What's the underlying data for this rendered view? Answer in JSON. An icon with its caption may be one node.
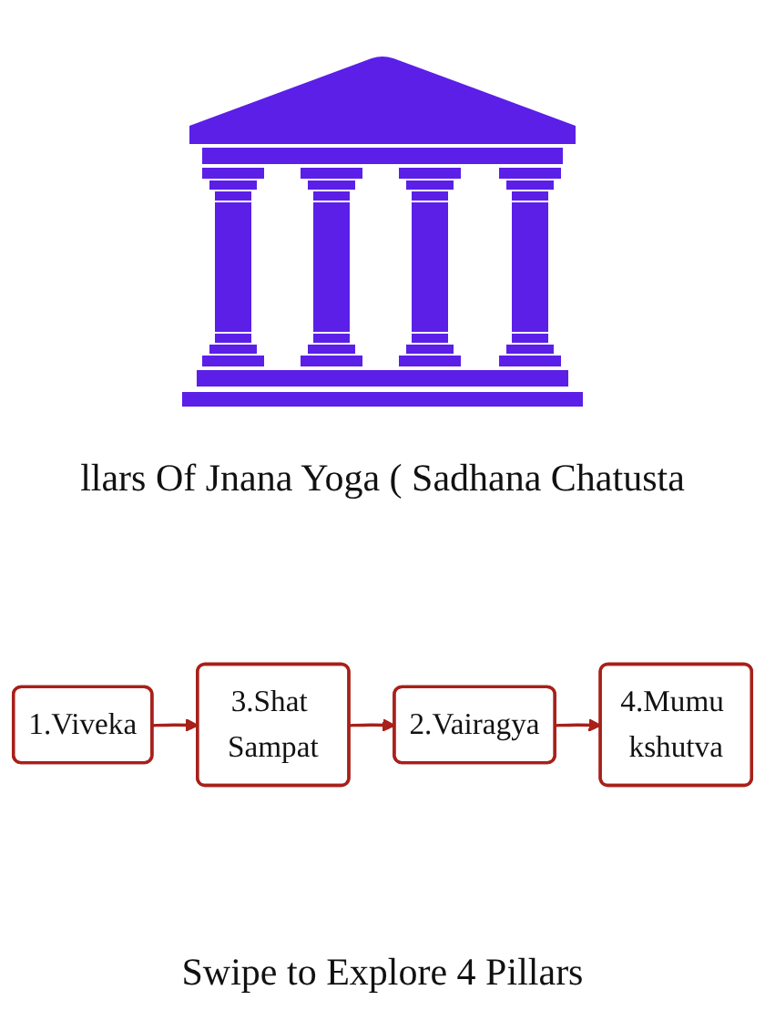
{
  "diagram": {
    "title": "llars Of Jnana Yoga ( Sadhana Chatusta",
    "caption": "Swipe to Explore 4 Pillars",
    "nodes": [
      {
        "text": [
          "1.Viveka"
        ]
      },
      {
        "text": [
          "2.Vairagya"
        ]
      },
      {
        "text": [
          "3.Shat Sampat"
        ]
      },
      {
        "text": [
          "4.Mumu kshutva"
        ]
      }
    ],
    "edges": [
      {
        "from": 0,
        "to": 2,
        "arrow": "to"
      },
      {
        "from": 2,
        "to": 1,
        "arrow": "to"
      },
      {
        "from": 1,
        "to": 3,
        "arrow": "to"
      }
    ]
  }
}
